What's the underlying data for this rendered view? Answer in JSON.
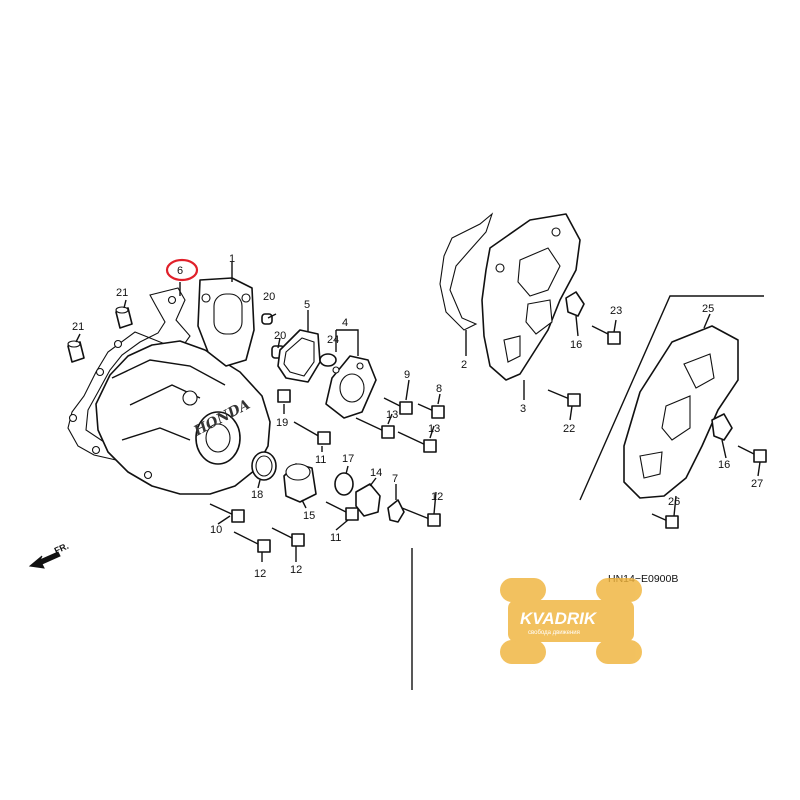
{
  "diagram": {
    "code": "HN14−E0900B",
    "direction_label": "FR.",
    "emboss_text": "HONDA",
    "highlight_color": "#e0202a",
    "highlighted_part": "6",
    "callouts": [
      {
        "id": "c1",
        "text": "1"
      },
      {
        "id": "c2",
        "text": "2"
      },
      {
        "id": "c3",
        "text": "3"
      },
      {
        "id": "c4",
        "text": "4"
      },
      {
        "id": "c5",
        "text": "5"
      },
      {
        "id": "c6",
        "text": "6"
      },
      {
        "id": "c7",
        "text": "7"
      },
      {
        "id": "c8",
        "text": "8"
      },
      {
        "id": "c9",
        "text": "9"
      },
      {
        "id": "c10",
        "text": "10"
      },
      {
        "id": "c11a",
        "text": "11"
      },
      {
        "id": "c11b",
        "text": "11"
      },
      {
        "id": "c12a",
        "text": "12"
      },
      {
        "id": "c12b",
        "text": "12"
      },
      {
        "id": "c12c",
        "text": "12"
      },
      {
        "id": "c13a",
        "text": "13"
      },
      {
        "id": "c13b",
        "text": "13"
      },
      {
        "id": "c14",
        "text": "14"
      },
      {
        "id": "c15",
        "text": "15"
      },
      {
        "id": "c16a",
        "text": "16"
      },
      {
        "id": "c16b",
        "text": "16"
      },
      {
        "id": "c17",
        "text": "17"
      },
      {
        "id": "c18",
        "text": "18"
      },
      {
        "id": "c19",
        "text": "19"
      },
      {
        "id": "c20a",
        "text": "20"
      },
      {
        "id": "c20b",
        "text": "20"
      },
      {
        "id": "c21a",
        "text": "21"
      },
      {
        "id": "c21b",
        "text": "21"
      },
      {
        "id": "c22",
        "text": "22"
      },
      {
        "id": "c23",
        "text": "23"
      },
      {
        "id": "c24",
        "text": "24"
      },
      {
        "id": "c25",
        "text": "25"
      },
      {
        "id": "c26",
        "text": "26"
      },
      {
        "id": "c27",
        "text": "27"
      }
    ]
  },
  "watermark": {
    "brand": "KVADRIK",
    "tagline": "свобода движения",
    "color": "#f0b43c"
  }
}
